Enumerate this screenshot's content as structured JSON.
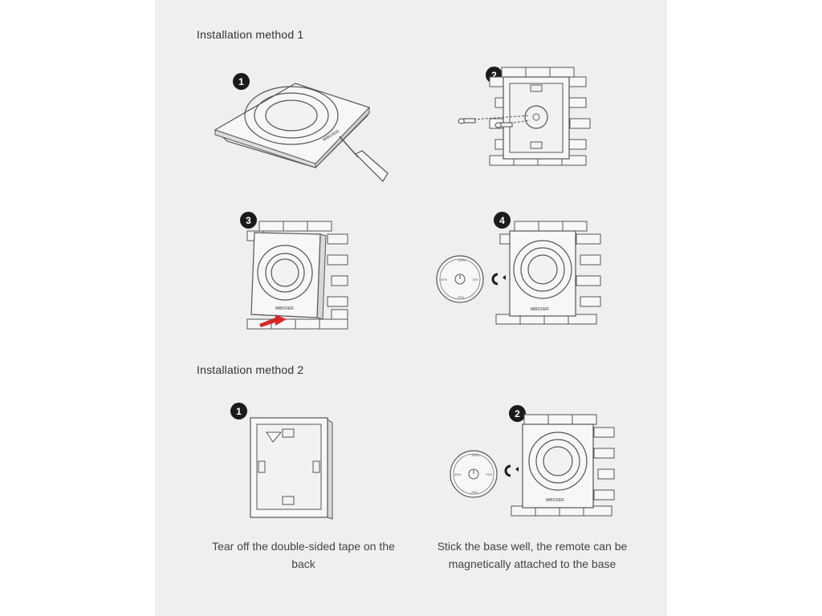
{
  "document": {
    "method1": {
      "heading": "Installation method 1",
      "steps": [
        {
          "number": "1",
          "image": "panel-with-screwdriver"
        },
        {
          "number": "2",
          "image": "base-screwed-to-wall"
        },
        {
          "number": "3",
          "image": "panel-pushed-onto-base"
        },
        {
          "number": "4",
          "image": "remote-magnetically-attached"
        }
      ]
    },
    "method2": {
      "heading": "Installation method 2",
      "steps": [
        {
          "number": "1",
          "image": "base-with-double-sided-tape",
          "caption": "Tear off the double-sided tape on the back"
        },
        {
          "number": "2",
          "image": "remote-magnetically-attached",
          "caption": "Stick the base well, the remote can be magnetically attached to the base"
        }
      ]
    },
    "brand_label": "MiBOXER",
    "accent_color": "#d9262b"
  }
}
